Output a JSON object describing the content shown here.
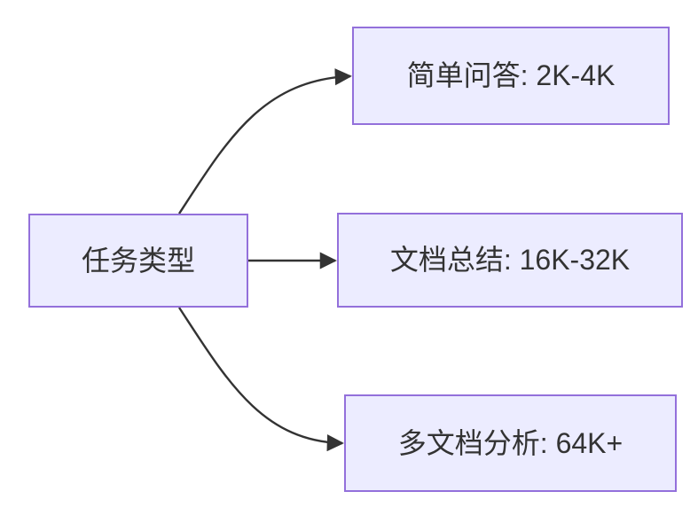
{
  "diagram": {
    "type": "flowchart",
    "direction": "left-to-right",
    "colors": {
      "node_fill": "#ECECFF",
      "node_border": "#9370DB",
      "edge": "#333333",
      "text": "#333333",
      "background": "#FFFFFF"
    }
  },
  "nodes": [
    {
      "id": "root",
      "label": "任务类型"
    },
    {
      "id": "qa",
      "label": "简单问答: 2K-4K"
    },
    {
      "id": "summary",
      "label": "文档总结: 16K-32K"
    },
    {
      "id": "multidoc",
      "label": "多文档分析: 64K+"
    }
  ],
  "edges": [
    {
      "from": "任务类型",
      "to": "简单问答: 2K-4K"
    },
    {
      "from": "任务类型",
      "to": "文档总结: 16K-32K"
    },
    {
      "from": "任务类型",
      "to": "多文档分析: 64K+"
    }
  ]
}
